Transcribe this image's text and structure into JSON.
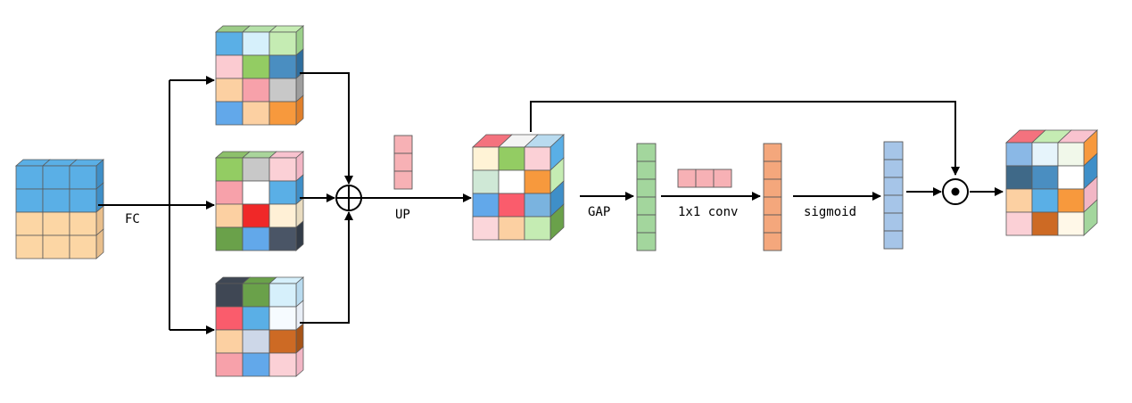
{
  "labels": {
    "fc": "FC",
    "up": "UP",
    "gap": "GAP",
    "conv": "1x1 conv",
    "sigmoid": "sigmoid"
  },
  "operators": {
    "add": "element-wise addition (circled plus)",
    "mul": "element-wise multiplication (circled dot)"
  },
  "colors": {
    "blue": "#5aafe6",
    "peach": "#fcd6a4",
    "green": "#a3d69d",
    "orange": "#f4a77c",
    "pink": "#f7b1b5",
    "lightblue": "#a6c5e8",
    "edge": "#000000"
  },
  "blocks": {
    "input": {
      "front": [
        [
          "#5aafe6",
          "#5aafe6",
          "#5aafe6"
        ],
        [
          "#5aafe6",
          "#5aafe6",
          "#5aafe6"
        ],
        [
          "#fcd6a4",
          "#fcd6a4",
          "#fcd6a4"
        ],
        [
          "#fcd6a4",
          "#fcd6a4",
          "#fcd6a4"
        ]
      ],
      "top": [
        "#5aafe6",
        "#5aafe6",
        "#5aafe6"
      ],
      "side": [
        "#3f8fc8",
        "#3f8fc8",
        "#e9bf8c",
        "#e9bf8c"
      ]
    },
    "branch1": {
      "front": [
        [
          "#5aafe6",
          "#d6f0fb",
          "#c5ecb3"
        ],
        [
          "#fbcbd1",
          "#93cc63",
          "#4a8ec1"
        ],
        [
          "#fcd0a2",
          "#f7a1aa",
          "#c8c8c8"
        ],
        [
          "#62a8ea",
          "#fcd0a2",
          "#f7993d"
        ]
      ],
      "top": [
        "#9ccc87",
        "#b5e1a8",
        "#c5ecb3"
      ],
      "side": [
        "#9bd08a",
        "#2f6e9e",
        "#9e9e9e",
        "#e07f2a"
      ]
    },
    "branch2": {
      "front": [
        [
          "#93cc63",
          "#c8c8c8",
          "#fbd0d6"
        ],
        [
          "#f7a1aa",
          "#ffffff",
          "#5aafe6"
        ],
        [
          "#fcd0a2",
          "#f02828",
          "#fff0d6"
        ],
        [
          "#6aa14a",
          "#62a8ea",
          "#4a5566"
        ]
      ],
      "top": [
        "#8dc06b",
        "#a9d59b",
        "#f9c3cf"
      ],
      "side": [
        "#f2b6c5",
        "#3f8fc8",
        "#e9dcc0",
        "#333c48"
      ]
    },
    "branch3": {
      "front": [
        [
          "#3f4754",
          "#6aa14a",
          "#d6f0fb"
        ],
        [
          "#fa5c6c",
          "#5aafe6",
          "#f6fbff"
        ],
        [
          "#fcd0a2",
          "#cdd7e8",
          "#cd6a24"
        ],
        [
          "#f7a1aa",
          "#62a8ea",
          "#fbd0d6"
        ]
      ],
      "top": [
        "#3f4754",
        "#6aa14a",
        "#d6f0fb"
      ],
      "side": [
        "#b9dbef",
        "#e8eef6",
        "#a75418",
        "#f2b6c5"
      ]
    },
    "upsampled": {
      "front": [
        [
          "#fff3d6",
          "#93cc63",
          "#fbd0d6"
        ],
        [
          "#cfe8d6",
          "#ffffff",
          "#f7993d"
        ],
        [
          "#62a8ea",
          "#fa5c6c",
          "#7ab3df"
        ],
        [
          "#fbd6da",
          "#fcd0a2",
          "#c5ecb3"
        ]
      ],
      "top": [
        "#f4727e",
        "#f4f4f4",
        "#b9dbef"
      ],
      "side": [
        "#5aafe6",
        "#c5ecb3",
        "#3f8fc8",
        "#6aa14a"
      ]
    },
    "output": {
      "front": [
        [
          "#8ab8e6",
          "#e6f4fb",
          "#f1f8ea"
        ],
        [
          "#3f6988",
          "#4a8ec1",
          "#ffffff"
        ],
        [
          "#fcd0a2",
          "#5aafe6",
          "#f7993d"
        ],
        [
          "#fbd0d6",
          "#cd6a24",
          "#fff8e8"
        ]
      ],
      "top": [
        "#f4727e",
        "#c5ecb3",
        "#f9c3cf"
      ],
      "side": [
        "#f7993d",
        "#3f8fc8",
        "#f2b6c5",
        "#a3d69d"
      ]
    }
  },
  "vectors": {
    "up_vector": [
      "#f7b1b5",
      "#f7b1b5",
      "#f7b1b5"
    ],
    "gap_vector": [
      "#a3d69d",
      "#a3d69d",
      "#a3d69d",
      "#a3d69d",
      "#a3d69d",
      "#a3d69d"
    ],
    "conv_kernel": [
      "#f7b1b5",
      "#f7b1b5",
      "#f7b1b5"
    ],
    "conv_vector": [
      "#f4a77c",
      "#f4a77c",
      "#f4a77c",
      "#f4a77c",
      "#f4a77c",
      "#f4a77c"
    ],
    "sigmoid_vector": [
      "#a6c5e8",
      "#a6c5e8",
      "#a6c5e8",
      "#a6c5e8",
      "#a6c5e8",
      "#a6c5e8"
    ]
  }
}
